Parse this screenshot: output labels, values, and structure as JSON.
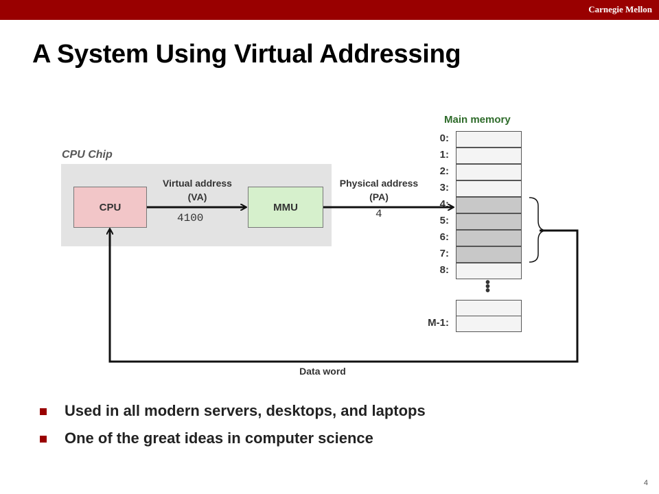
{
  "header": {
    "brand": "Carnegie Mellon"
  },
  "slide": {
    "title": "A System Using Virtual Addressing",
    "page_number": "4"
  },
  "diagram": {
    "chip_label": "CPU Chip",
    "cpu_label": "CPU",
    "mmu_label": "MMU",
    "va_label_line1": "Virtual address",
    "va_label_line2": "(VA)",
    "va_value": "4100",
    "pa_label_line1": "Physical address",
    "pa_label_line2": "(PA)",
    "pa_value": "4",
    "data_word_label": "Data word",
    "memory": {
      "title": "Main memory",
      "addresses": [
        "0:",
        "1:",
        "2:",
        "3:",
        "4:",
        "5:",
        "6:",
        "7:",
        "8:"
      ],
      "highlighted": [
        4,
        5,
        6,
        7
      ],
      "ellipsis": "⋮",
      "last_address": "M-1:"
    },
    "colors": {
      "cpu_fill": "#f2c6c8",
      "mmu_fill": "#d6f0cc",
      "chip_fill": "#e3e3e3",
      "memory_title": "#2e6b2a",
      "highlight_cell": "#c8c8c8",
      "accent": "#990000"
    }
  },
  "bullets": [
    "Used in all modern servers, desktops, and laptops",
    "One of the great ideas in computer science"
  ]
}
